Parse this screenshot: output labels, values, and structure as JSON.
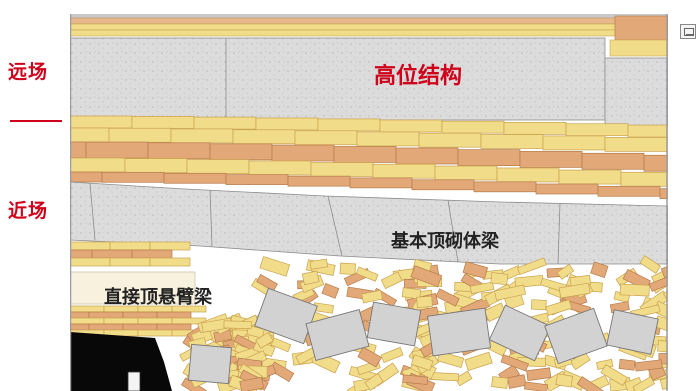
{
  "labels": {
    "far_field": "远场",
    "near_field": "近场",
    "high_structure": "高位结构",
    "basic_roof_beam": "基本顶砌体梁",
    "direct_roof_cantilever": "直接顶悬臂梁"
  },
  "colors": {
    "label_red": "#d0021b",
    "text_dark": "#222222",
    "stone_gray": "#dcdcdc",
    "brick_yellow": "#f1dc8a",
    "brick_orange": "#e3a878",
    "frame_gray": "#9a9aa3"
  },
  "icons": {
    "edge": "image-icon"
  }
}
